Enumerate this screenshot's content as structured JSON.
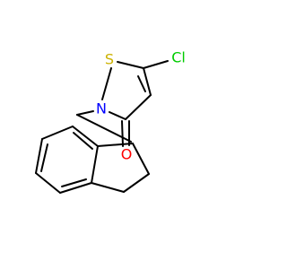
{
  "molecule": {
    "atoms": {
      "S": {
        "label": "S",
        "color": "#ccb200"
      },
      "N": {
        "label": "N",
        "color": "#0000ff"
      },
      "Cl": {
        "label": "Cl",
        "color": "#00cc00"
      },
      "O": {
        "label": "O",
        "color": "#ff0000"
      }
    },
    "bond_color": "#000000"
  }
}
